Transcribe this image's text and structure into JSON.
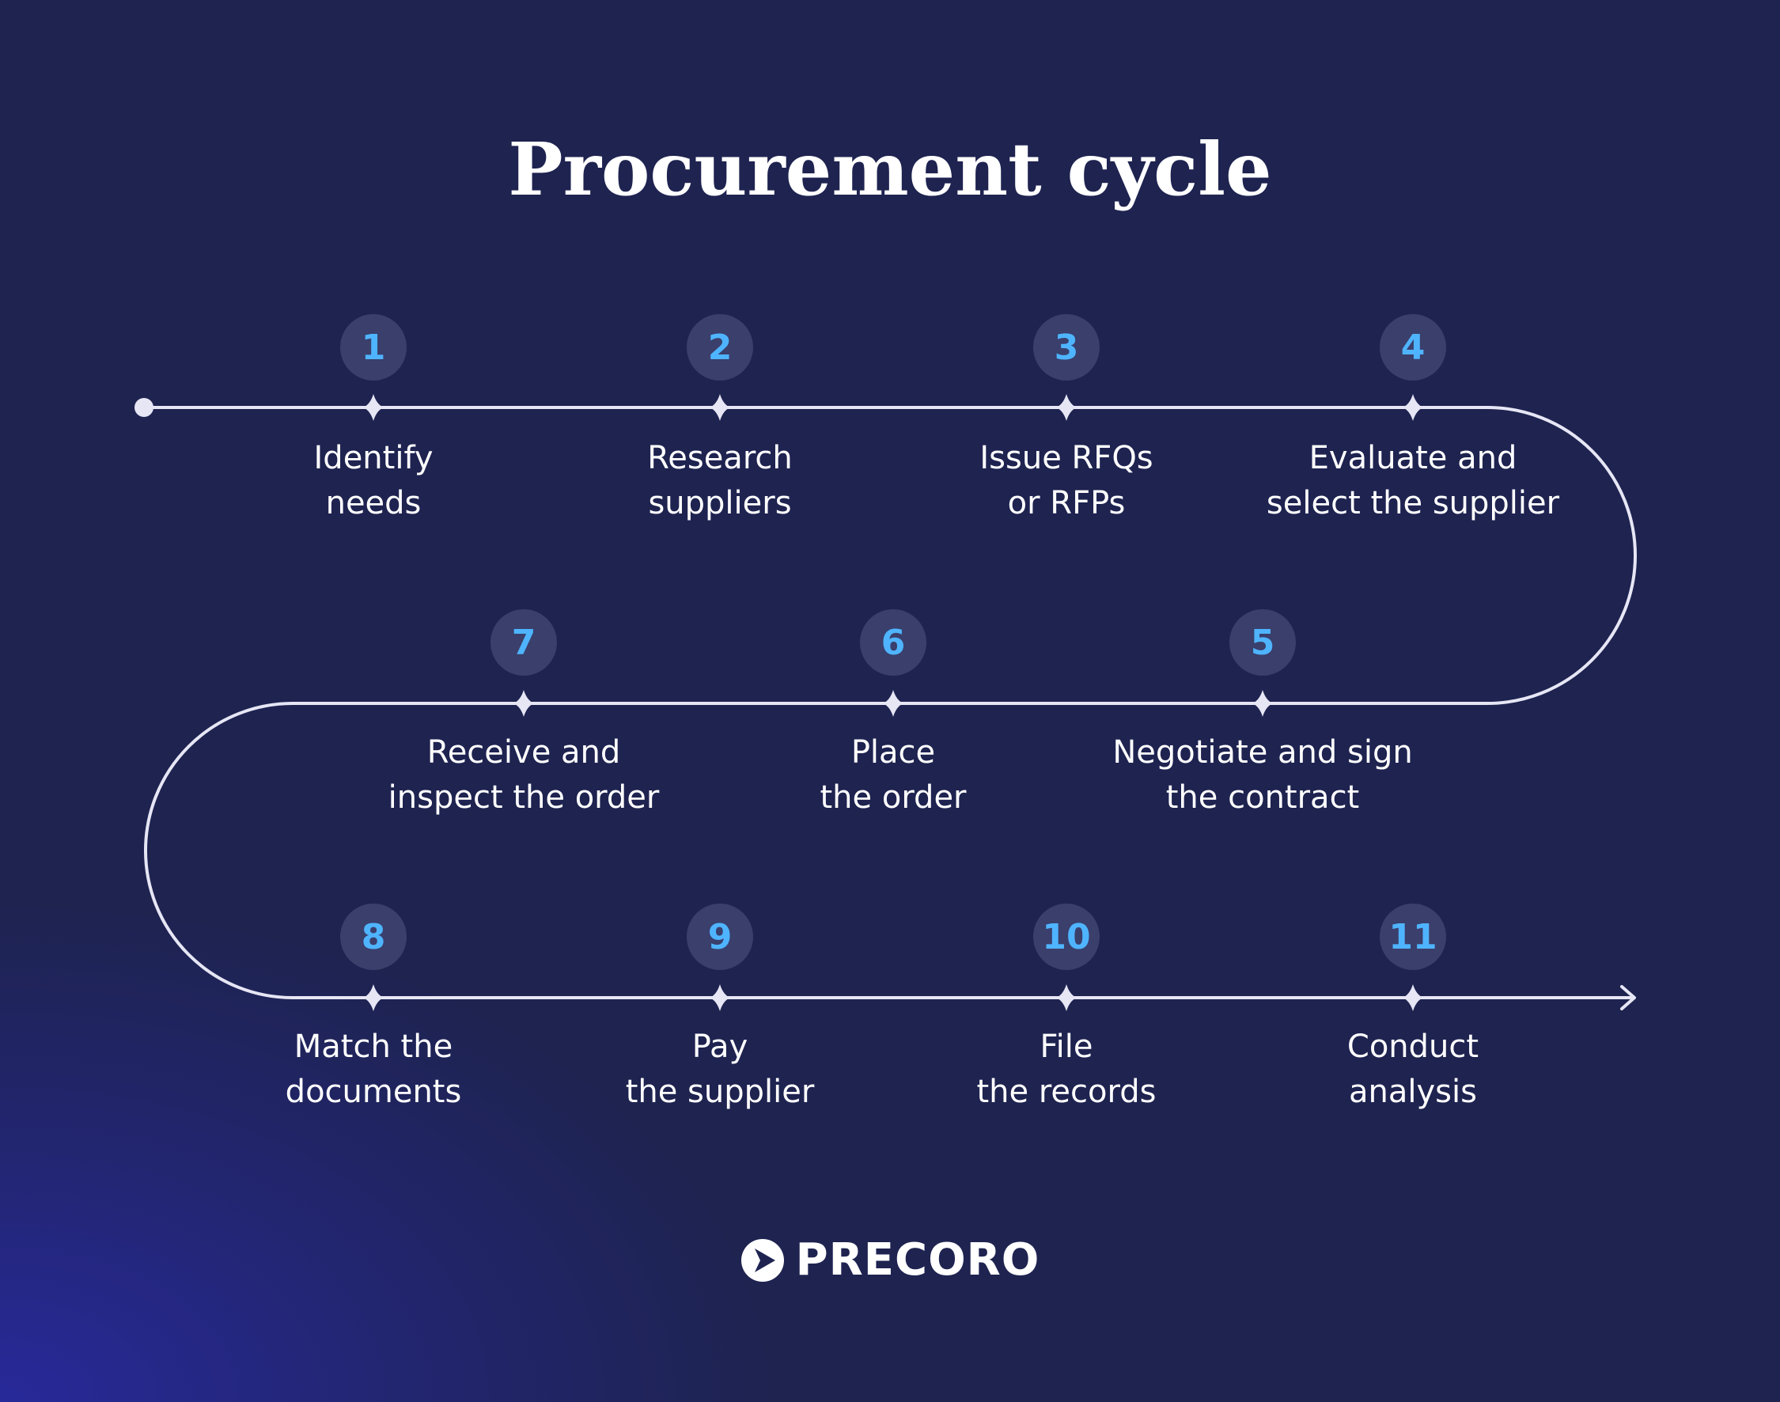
{
  "title": "Procurement cycle",
  "steps": [
    {
      "number": "1",
      "line1": "Identify",
      "line2": "needs"
    },
    {
      "number": "2",
      "line1": "Research",
      "line2": "suppliers"
    },
    {
      "number": "3",
      "line1": "Issue RFQs",
      "line2": "or RFPs"
    },
    {
      "number": "4",
      "line1": "Evaluate and",
      "line2": "select the supplier"
    },
    {
      "number": "5",
      "line1": "Negotiate and sign",
      "line2": "the contract"
    },
    {
      "number": "6",
      "line1": "Place",
      "line2": "the order"
    },
    {
      "number": "7",
      "line1": "Receive and",
      "line2": "inspect the order"
    },
    {
      "number": "8",
      "line1": "Match the",
      "line2": "documents"
    },
    {
      "number": "9",
      "line1": "Pay",
      "line2": "the supplier"
    },
    {
      "number": "10",
      "line1": "File",
      "line2": "the records"
    },
    {
      "number": "11",
      "line1": "Conduct",
      "line2": "analysis"
    }
  ],
  "logo": {
    "text": "PRECORO"
  },
  "colors": {
    "background": "#1e2350",
    "badge": "#3a3f6c",
    "number": "#4fb4ff",
    "line": "#e6e6f5"
  }
}
